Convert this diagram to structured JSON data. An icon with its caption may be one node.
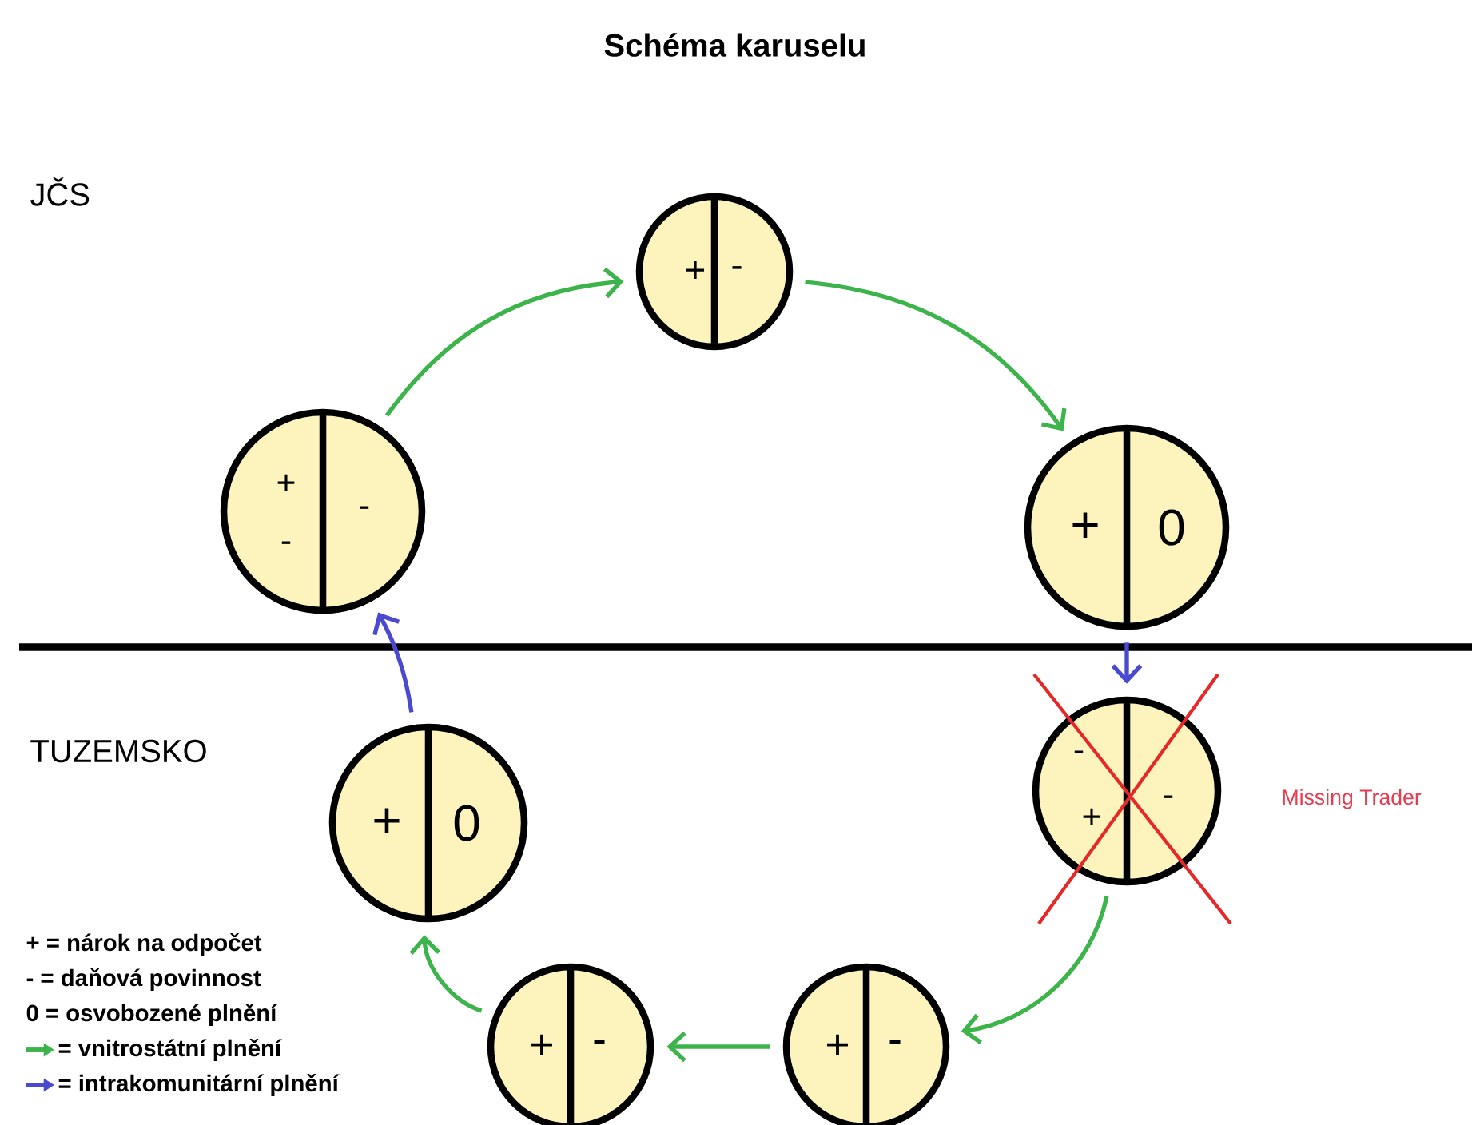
{
  "diagram": {
    "title": "Schéma karuselu",
    "nodes": [
      {
        "text": [
          "+",
          "-"
        ]
      },
      {
        "text": [
          "+",
          "-",
          "-"
        ]
      },
      {
        "text": [
          "+",
          "0"
        ]
      },
      {
        "text": [
          "-",
          "+",
          "-"
        ],
        "beside": [
          "Missing Trader"
        ]
      },
      {
        "text": [
          "+",
          "0"
        ]
      },
      {
        "text": [
          "+",
          "-"
        ]
      },
      {
        "text": [
          "+",
          "-"
        ]
      }
    ],
    "edges": [
      {
        "from": 1,
        "to": 0,
        "arrow": "to"
      },
      {
        "from": 0,
        "to": 2,
        "arrow": "to"
      },
      {
        "from": 2,
        "to": 3,
        "arrow": "to",
        "color": "#4a4ad0"
      },
      {
        "from": 3,
        "to": 6,
        "arrow": "to"
      },
      {
        "from": 6,
        "to": 5,
        "arrow": "to"
      },
      {
        "from": 5,
        "to": 4,
        "arrow": "to"
      },
      {
        "from": 4,
        "to": 1,
        "arrow": "to",
        "color": "#4a4ad0"
      }
    ],
    "labels": [
      "JČS",
      "TUZEMSKO"
    ],
    "legend": [
      {
        "text": "+ = nárok na odpočet"
      },
      {
        "text": "-  = daňová povinnost"
      },
      {
        "text": "0 = osvobozené plnění"
      },
      {
        "text": "= vnitrostátní plnění",
        "color": "#3cb44b"
      },
      {
        "text": "= intrakomunitární plnění",
        "color": "#4a4ad0"
      }
    ]
  }
}
